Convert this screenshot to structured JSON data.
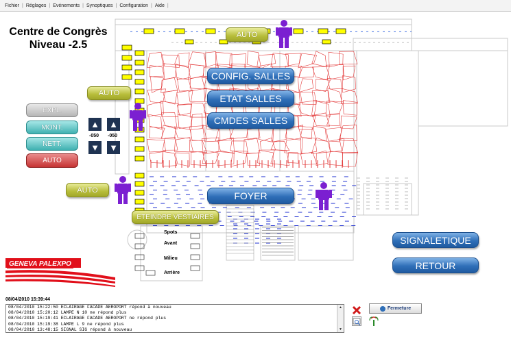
{
  "menu": [
    "Fichier",
    "Réglages",
    "Evénements",
    "Synoptiques",
    "Configuration",
    "Aide"
  ],
  "title": {
    "line1": "Centre de Congrès",
    "line2": "Niveau -2.5"
  },
  "auto_buttons": {
    "top": "AUTO",
    "left_upper": "AUTO",
    "left_lower": "AUTO"
  },
  "blind_controls": {
    "expl": "EXPL.",
    "mont": "MONT.",
    "nett": "NETT.",
    "auto": "AUTO",
    "step_left": "-050",
    "step_right": "-050",
    "up_icon": "▲",
    "down_icon": "▼"
  },
  "main_buttons": {
    "config_salles": "CONFIG. SALLES",
    "etat_salles": "ETAT SALLES",
    "cmdes_salles": "CMDES SALLES",
    "foyer": "FOYER",
    "eteindre_vestiaires": "ETEINDRE VESTIAIRES",
    "signaletique": "SIGNALETIQUE",
    "retour": "RETOUR"
  },
  "vestiaires": {
    "spots": "Spots",
    "avant": "Avant",
    "milieu": "Milieu",
    "arriere": "Arrière"
  },
  "logo": {
    "text": "GENEVA PALEXPO"
  },
  "datetime": "08/04/2010 15:39:44",
  "log": [
    "08/04/2010 15:22:50 ECLAIRAGE FACADE AEROPORT répond à nouveau",
    "08/04/2010 15:20:12 LAMPE N 10 ne répond plus",
    "08/04/2010 15:19:41 ECLAIRAGE FACADE AEROPORT ne répond plus",
    "08/04/2010 15:19:38 LAMPE L 9 ne répond plus",
    "08/04/2010 13:48:15 SIGNAL SIG répond à nouveau"
  ],
  "fermeture_label": "Fermeture",
  "colors": {
    "accent_blue": "#2f6fb8",
    "olive": "#b7bd3a",
    "teal": "#3fb0b0",
    "red_auto": "#c63434",
    "person": "#7b1fd1",
    "lamp_yellow": "#ffff00",
    "room_red": "#e33a3a",
    "foyer_blue": "#1e2fd0",
    "logo_red": "#e10f1a"
  },
  "icons": {
    "person": "person-icon",
    "delete": "delete-x-icon",
    "search": "search-window-icon",
    "antenna": "antenna-status-icon"
  }
}
